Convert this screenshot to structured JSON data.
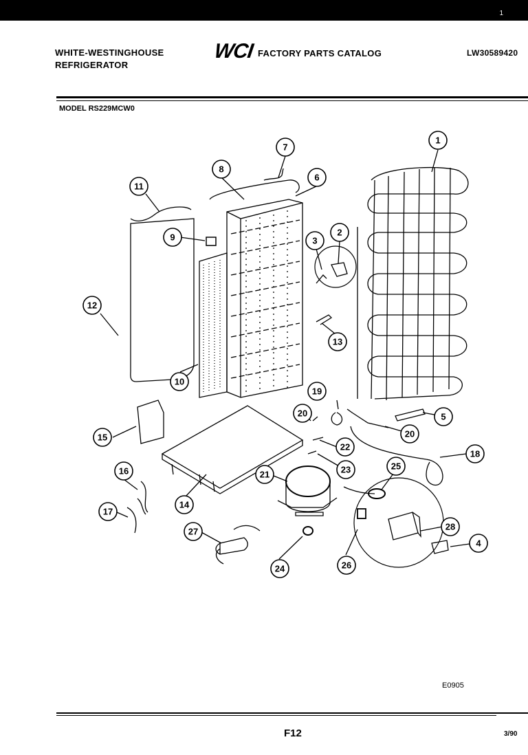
{
  "header": {
    "manufacturer": "WHITE-WESTINGHOUSE",
    "product": "REFRIGERATOR",
    "logo": "WCI",
    "catalog_title": "FACTORY PARTS CATALOG",
    "doc_number": "LW30589420",
    "top_marker": "1"
  },
  "model_line": "MODEL RS229MCW0",
  "callouts": [
    "1",
    "2",
    "3",
    "4",
    "5",
    "6",
    "7",
    "8",
    "9",
    "10",
    "11",
    "12",
    "13",
    "14",
    "15",
    "16",
    "17",
    "18",
    "19",
    "20",
    "20",
    "21",
    "22",
    "23",
    "24",
    "25",
    "26",
    "27",
    "28"
  ],
  "footer": {
    "illustration_code": "E0905",
    "page_number": "F12",
    "date": "3/90"
  }
}
